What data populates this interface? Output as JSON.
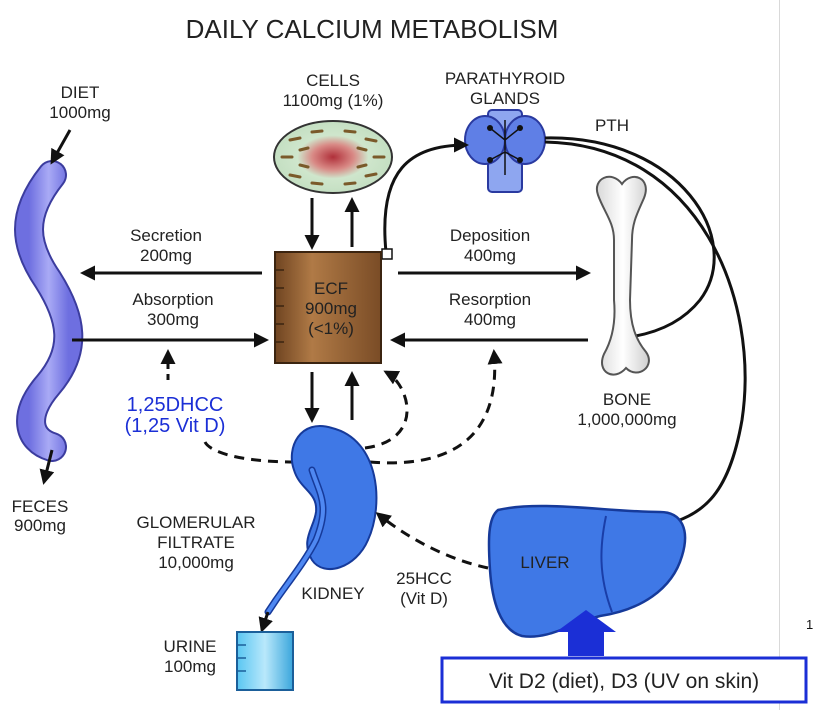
{
  "title": "DAILY CALCIUM METABOLISM",
  "diet": {
    "label": "DIET",
    "amount": "1000mg"
  },
  "feces": {
    "label": "FECES",
    "amount": "900mg"
  },
  "cells": {
    "label": "CELLS",
    "amount": "1100mg (1%)"
  },
  "parathyroid": {
    "line1": "PARATHYROID",
    "line2": "GLANDS"
  },
  "pth": "PTH",
  "secretion": {
    "label": "Secretion",
    "amount": "200mg"
  },
  "absorption": {
    "label": "Absorption",
    "amount": "300mg"
  },
  "ecf": {
    "line1": "ECF",
    "line2": "900mg",
    "line3": "(<1%)"
  },
  "deposition": {
    "label": "Deposition",
    "amount": "400mg"
  },
  "resorption": {
    "label": "Resorption",
    "amount": "400mg"
  },
  "bone": {
    "label": "BONE",
    "amount": "1,000,000mg"
  },
  "dhcc": {
    "line1": "1,25DHCC",
    "line2": "(1,25 Vit D)"
  },
  "glomerular": {
    "line1": "GLOMERULAR",
    "line2": "FILTRATE",
    "line3": "10,000mg"
  },
  "kidney": "KIDNEY",
  "hcc25": {
    "line1": "25HCC",
    "line2": "(Vit D)"
  },
  "liver": "LIVER",
  "urine": {
    "label": "URINE",
    "amount": "100mg"
  },
  "vitd_box": "Vit D2 (diet), D3 (UV on skin)",
  "page_number": "1",
  "colors": {
    "organ_blue": "#3f78e6",
    "gut_blue": "#7f80e8",
    "ecf_brown": "#8c5a2f",
    "highlight_blue": "#1b2fd6",
    "water": "#3eb7ec"
  }
}
